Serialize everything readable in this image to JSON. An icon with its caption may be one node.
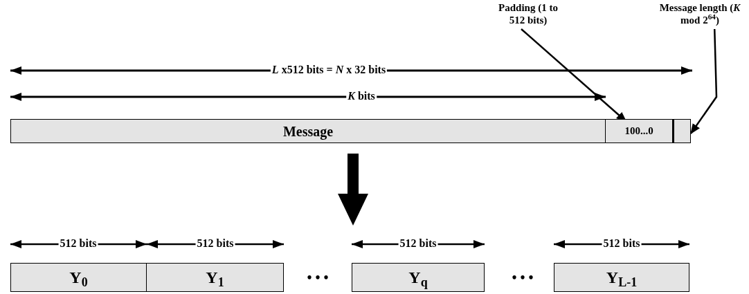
{
  "diagram": {
    "nodes": [
      {
        "text": [
          "Padding (1 to 512 bits)"
        ]
      },
      {
        "text": [
          "Message length (*K* mod 2$^{64}$)"
        ]
      },
      {
        "text": [
          "Message"
        ]
      },
      {
        "text": [
          "100...0"
        ]
      },
      {
        "text": [],
        "shape": "box"
      },
      {
        "text": [
          "Y$_{0}$"
        ]
      },
      {
        "text": [
          "Y$_{1}$"
        ]
      },
      {
        "text": [
          "Y$_{q}$"
        ]
      },
      {
        "text": [
          "Y$_{L-1}$"
        ]
      }
    ],
    "edges": [
      {
        "from": 0,
        "to": 3,
        "arrow": "to"
      },
      {
        "from": 1,
        "to": 4,
        "arrow": "to"
      }
    ],
    "labels": [
      "*L*  x512 bits = *N* x 32 bits",
      "*K* bits",
      "512 bits",
      "512 bits",
      "512 bits",
      "512 bits",
      "• • •",
      "• • •"
    ]
  }
}
